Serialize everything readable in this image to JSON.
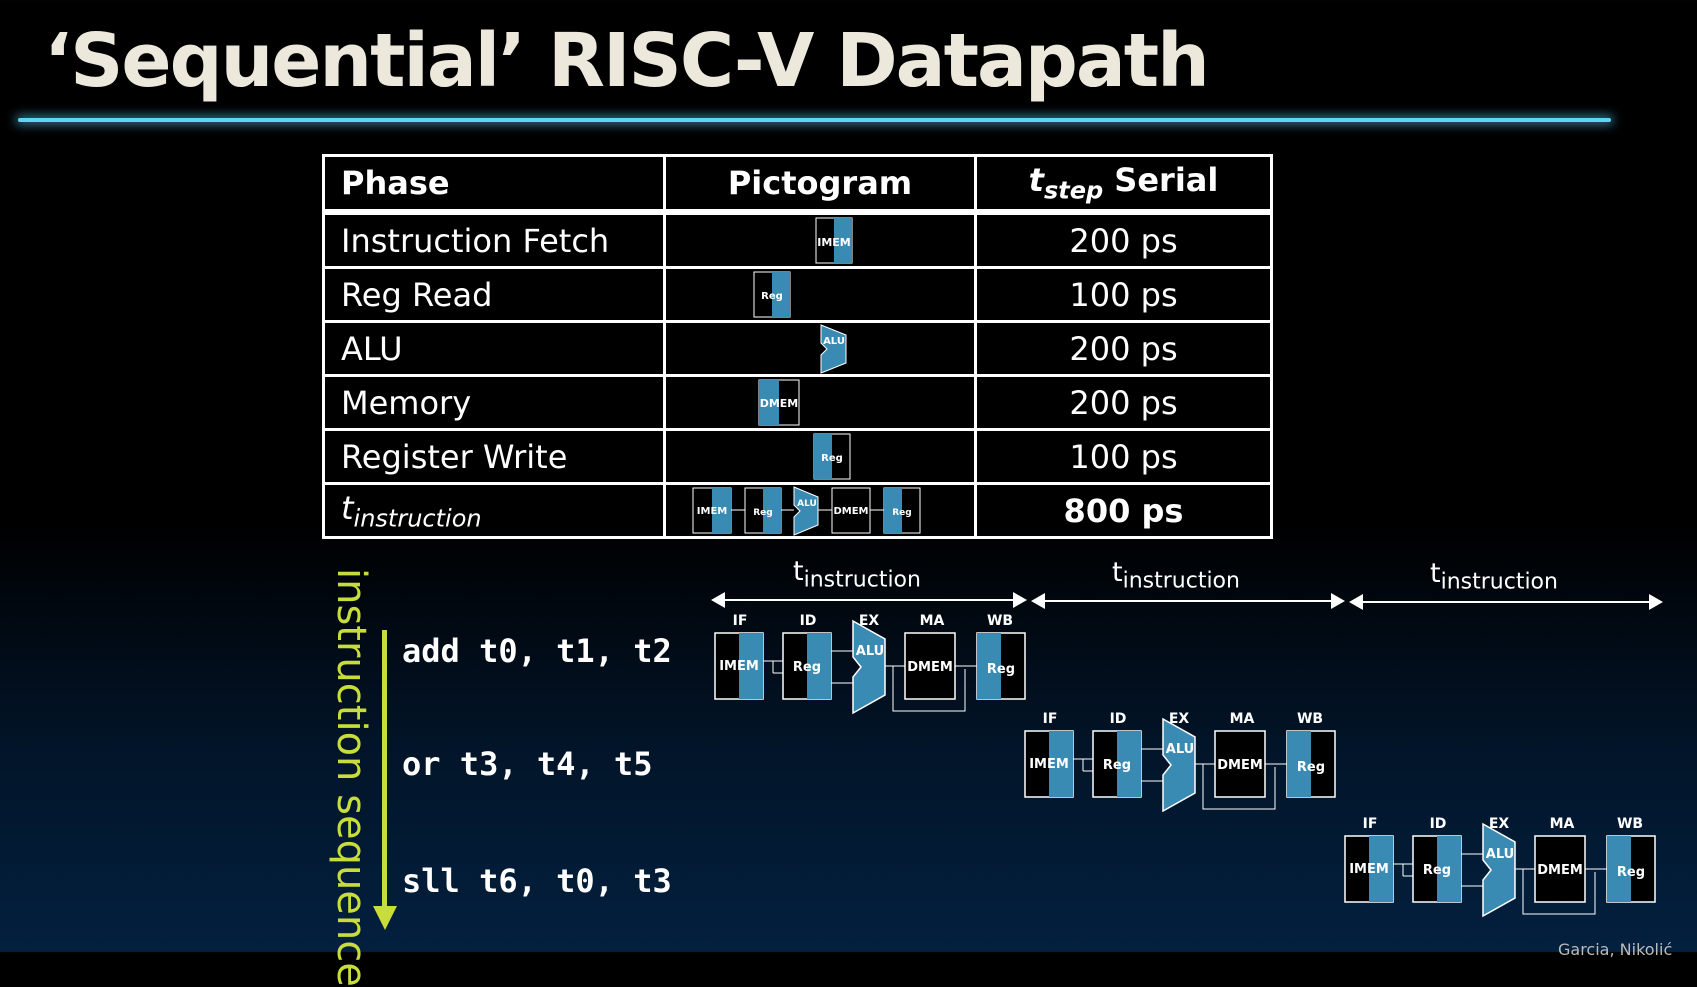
{
  "title": "‘Sequential’ RISC-V Datapath",
  "table": {
    "headers": {
      "phase": "Phase",
      "pictogram": "Pictogram",
      "t_step_t": "t",
      "t_step_sub": "step",
      "t_step_rest": " Serial"
    },
    "rows": [
      {
        "phase": "Instruction Fetch",
        "time": "200 ps",
        "block": "IMEM"
      },
      {
        "phase": "Reg Read",
        "time": "100 ps",
        "block": "Reg"
      },
      {
        "phase": "ALU",
        "time": "200 ps",
        "block": "ALU"
      },
      {
        "phase": "Memory",
        "time": "200 ps",
        "block": "DMEM"
      },
      {
        "phase": "Register Write",
        "time": "100 ps",
        "block": "Reg"
      }
    ],
    "total": {
      "label_t": "t",
      "label_sub": "instruction",
      "time": "800 ps"
    }
  },
  "timeline": {
    "t": "t",
    "sub": "instruction"
  },
  "sequence_label": "instruction sequence",
  "instructions": [
    "add t0, t1, t2",
    "or t3, t4, t5",
    "sll t6, t0, t3"
  ],
  "stages": [
    "IF",
    "ID",
    "EX",
    "MA",
    "WB"
  ],
  "blocks": {
    "imem": "IMEM",
    "reg": "Reg",
    "alu": "ALU",
    "dmem": "DMEM"
  },
  "credit": "Garcia, Nikolić",
  "colors": {
    "accent_blue": "#3a8bb4",
    "rule": "#5fd4f5",
    "arrow": "#c8dc3c"
  }
}
